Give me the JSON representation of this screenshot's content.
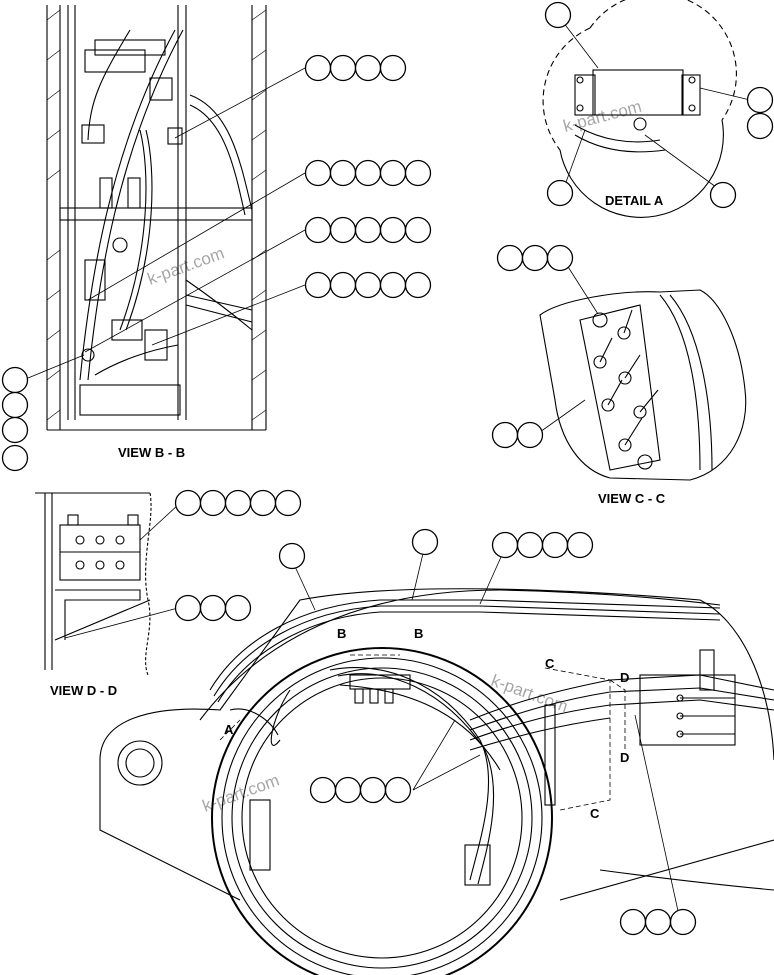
{
  "views": {
    "view_bb": "VIEW B - B",
    "view_cc": "VIEW C - C",
    "view_dd": "VIEW D - D",
    "detail_a": "DETAIL A"
  },
  "section_marks": {
    "a": "A",
    "b": "B",
    "c": "C",
    "d": "D"
  },
  "watermark": "k-part.com"
}
